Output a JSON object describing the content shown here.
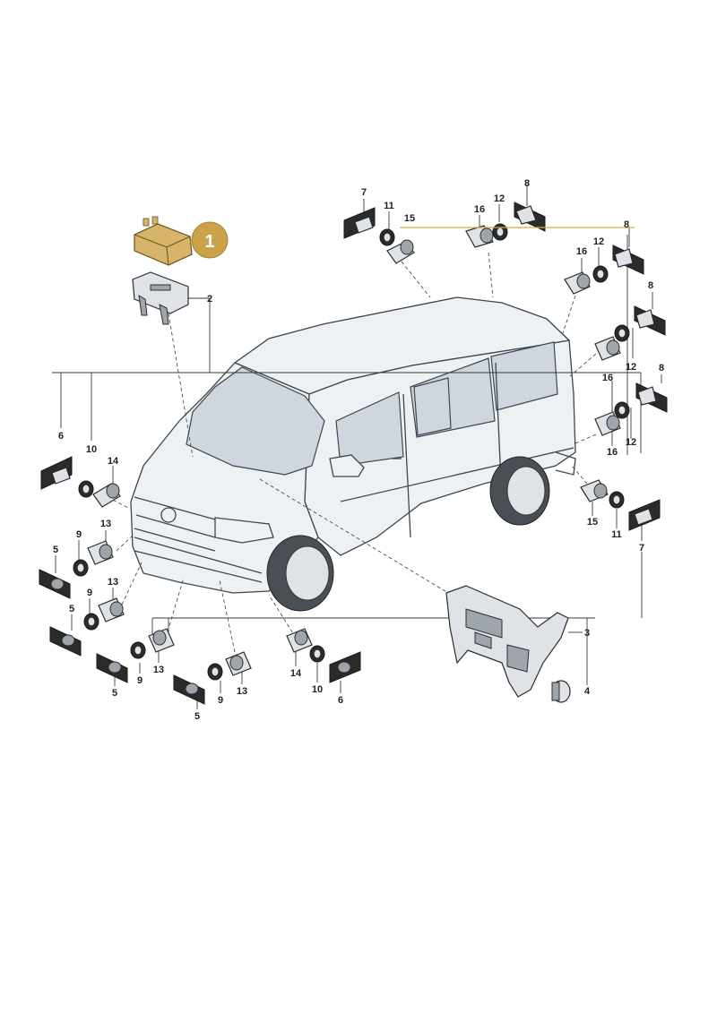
{
  "colors": {
    "highlight_part": "#d6b46a",
    "highlight_badge": "#c9a24a",
    "highlight_line": "#d9a93c",
    "line": "#3a3a3a",
    "van_body": "#eef1f4"
  },
  "callouts": {
    "c1": "1",
    "c2": "2",
    "c3": "3",
    "c4": "4",
    "c5a": "5",
    "c5b": "5",
    "c5c": "5",
    "c5d": "5",
    "c6a": "6",
    "c6b": "6",
    "c7a": "7",
    "c7b": "7",
    "c8a": "8",
    "c8b": "8",
    "c8c": "8",
    "c8d": "8",
    "c9a": "9",
    "c9b": "9",
    "c9c": "9",
    "c9d": "9",
    "c10a": "10",
    "c10b": "10",
    "c11a": "11",
    "c11b": "11",
    "c12a": "12",
    "c12b": "12",
    "c12c": "12",
    "c12d": "12",
    "c13a": "13",
    "c13b": "13",
    "c13c": "13",
    "c13d": "13",
    "c14a": "14",
    "c14b": "14",
    "c15a": "15",
    "c15b": "15",
    "c16a": "16",
    "c16b": "16",
    "c16c": "16",
    "c16d": "16"
  }
}
